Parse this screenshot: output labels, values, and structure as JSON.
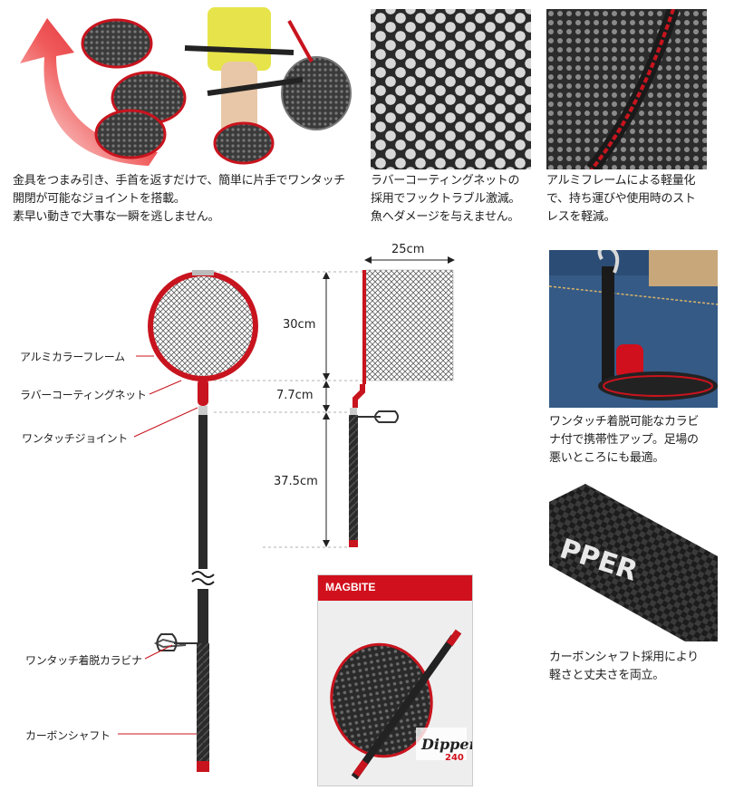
{
  "top_captions": {
    "joint": [
      "金具をつまみ引き、手首を返すだけで、簡単に片手でワンタッチ",
      "開閉が可能なジョイントを搭載。",
      "素早い動きで大事な一瞬を逃しません。"
    ],
    "rubber_net": [
      "ラバーコーティングネットの",
      "採用でフックトラブル激減。",
      "魚へダメージを与えません。"
    ],
    "aluminum": [
      "アルミフレームによる軽量化",
      "で、持ち運びや使用時のスト",
      "レスを軽減。"
    ]
  },
  "side_captions": {
    "carabiner": [
      "ワンタッチ着脱可能なカラビ",
      "ナ付で携帯性アップ。足場の",
      "悪いところにも最適。"
    ],
    "carbon": [
      "カーボンシャフト採用により",
      "軽さと丈夫さを両立。"
    ]
  },
  "diagram": {
    "labels": {
      "frame": "アルミカラーフレーム",
      "net": "ラバーコーティングネット",
      "joint": "ワンタッチジョイント",
      "carabiner": "ワンタッチ着脱カラビナ",
      "shaft": "カーボンシャフト"
    },
    "dims": {
      "width": "25cm",
      "net_depth": "30cm",
      "joint_len": "7.7cm",
      "shaft_len": "37.5cm"
    }
  },
  "package": {
    "brand": "MAGBITE",
    "product": "Dipper",
    "model_no": "240"
  },
  "shaft_photo_text": "PPER",
  "colors": {
    "accent_red": "#d0101c",
    "frame_red": "#c8141e",
    "shaft": "#2b2b2b"
  }
}
